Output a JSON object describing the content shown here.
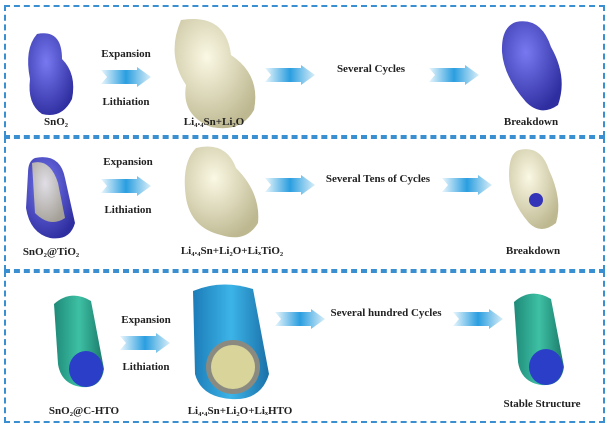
{
  "panels": [
    {
      "start_label": "SnO₂",
      "expansion": "Expansion",
      "lithiation": "Lithiation",
      "mid_label": "Li₄.₄Sn+Li₂O",
      "cycles": "Several Cycles",
      "end_label": "Breakdown"
    },
    {
      "start_label": "SnO₂@TiO₂",
      "expansion": "Expansion",
      "lithiation": "Lithiation",
      "mid_label": "Li₄.₄Sn+Li₂O+LiₓTiO₂",
      "cycles": "Several Tens of Cycles",
      "end_label": "Breakdown"
    },
    {
      "start_label": "SnO₂@C-HTO",
      "expansion": "Expansion",
      "lithiation": "Lithiation",
      "mid_label": "Li₄.₄Sn+Li₂O+LiₓHTO",
      "cycles": "Several hundred Cycles",
      "end_label": "Stable Structure"
    }
  ],
  "colors": {
    "border": "#3a8fd0",
    "sno2": "#4b4bc8",
    "lithiated": "#e8e4c0",
    "shell": "#2aa38c",
    "expanded_shell": "#2aa0d8",
    "arrow": "#3aa8e0"
  }
}
